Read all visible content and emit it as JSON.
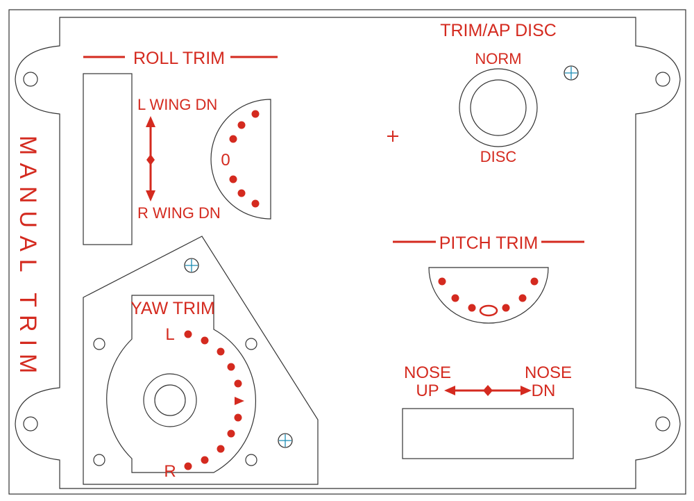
{
  "panel": {
    "side_label": "MANUAL TRIM",
    "colors": {
      "label": "#d42a1f",
      "outline": "#333333",
      "screw": "#1a8cb5",
      "background": "#ffffff"
    }
  },
  "roll_trim": {
    "title": "ROLL TRIM",
    "left_label": "L WING DN",
    "right_label": "R WING DN",
    "center_mark": "0"
  },
  "trim_ap_disc": {
    "title": "TRIM/AP DISC",
    "top_label": "NORM",
    "bottom_label": "DISC"
  },
  "pitch_trim": {
    "title": "PITCH TRIM",
    "nose_up_line1": "NOSE",
    "nose_up_line2": "UP",
    "nose_dn_line1": "NOSE",
    "nose_dn_line2": "DN"
  },
  "yaw_trim": {
    "title": "YAW TRIM",
    "left_label": "L",
    "right_label": "R"
  },
  "icons": [
    "screw-icon",
    "mounting-hole-icon",
    "double-arrow-icon",
    "center-crosshair-icon"
  ]
}
